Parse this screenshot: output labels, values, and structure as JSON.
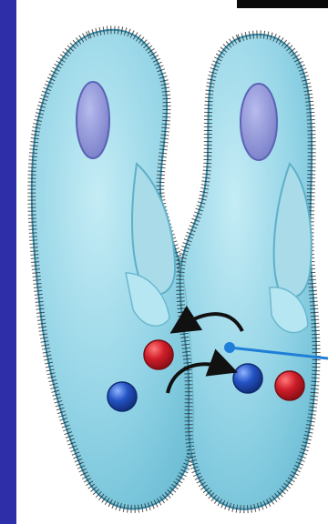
{
  "figure": {
    "subject": "paramecium-conjugation",
    "colors": {
      "border_blue": "#2e2fa8",
      "cell_fill": "#8fd3e6",
      "cell_fill_light": "#b6e6f2",
      "cell_outline": "#3a8fae",
      "cilia": "#1d1d1d",
      "oral_groove": "#a9dbe9",
      "macronucleus": "#8a8fd0",
      "macronucleus_edge": "#5c63b5",
      "red_nucleus": "#d01e2a",
      "blue_nucleus": "#2453c4",
      "arrow": "#111111",
      "pointer_line": "#1f7fd8",
      "top_bar": "#0a0a0a"
    },
    "nuclei": {
      "red": 2,
      "blue": 2
    },
    "arrows": 2
  }
}
